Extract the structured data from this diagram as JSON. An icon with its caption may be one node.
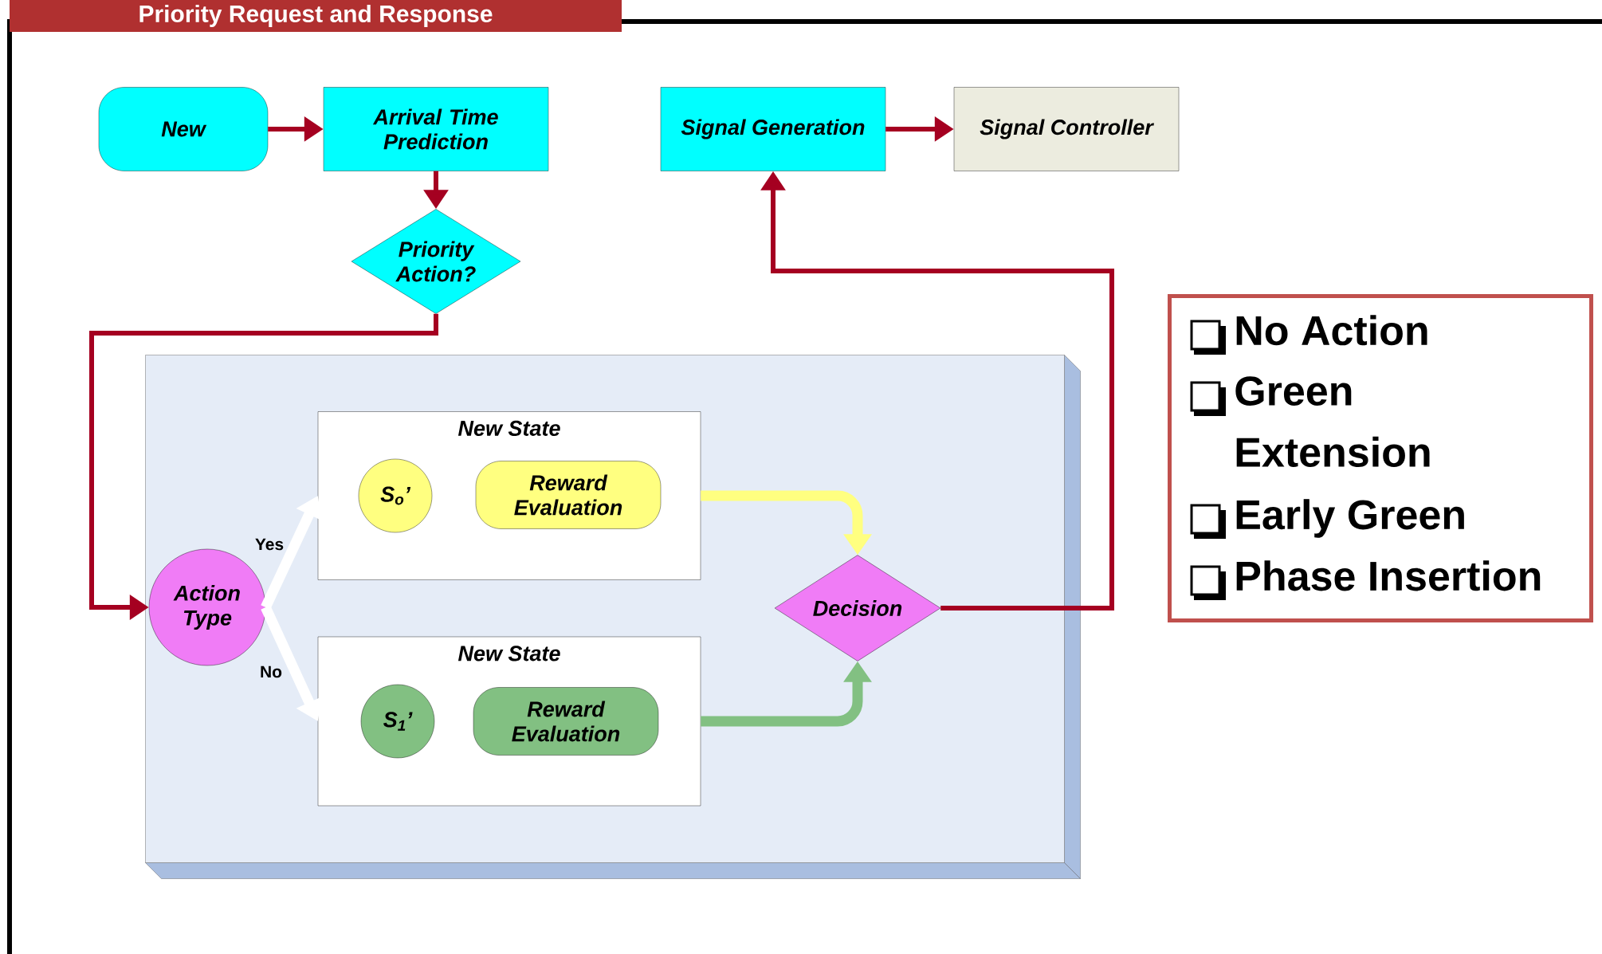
{
  "diagram": {
    "title": "Priority Request and Response",
    "nodes": [
      {
        "text": [
          "New"
        ]
      },
      {
        "text": [
          "Arrival Time Prediction"
        ]
      },
      {
        "text": [
          "Priority Action?"
        ]
      },
      {
        "text": [
          "Signal Generation"
        ]
      },
      {
        "text": [
          "Signal Controller"
        ]
      },
      {
        "text": [],
        "shape": "box"
      },
      {
        "text": [
          "Action Type"
        ],
        "in": 5
      },
      {
        "text": [
          "New State"
        ],
        "in": 5
      },
      {
        "text": [
          "S$_{o}$’"
        ],
        "in": 7
      },
      {
        "text": [
          "Reward Evaluation"
        ],
        "in": 7
      },
      {
        "text": [
          "New State"
        ],
        "in": 5
      },
      {
        "text": [
          "S$_{1}$’"
        ],
        "in": 10
      },
      {
        "text": [
          "Reward Evaluation"
        ],
        "in": 10
      },
      {
        "text": [
          "Decision"
        ],
        "in": 5
      },
      {
        "text": [
          "No Action",
          "Green Extension",
          "Early Green",
          "Phase Insertion"
        ]
      }
    ],
    "edges": [
      {
        "from": 0,
        "to": 1,
        "arrow": "to"
      },
      {
        "from": 1,
        "to": 2,
        "arrow": "to"
      },
      {
        "from": 2,
        "to": 6,
        "arrow": "to"
      },
      {
        "from": 6,
        "to": 7,
        "arrow": "to",
        "label": "Yes",
        "style": "thick",
        "color": "#ffffff"
      },
      {
        "from": 6,
        "to": 10,
        "arrow": "to",
        "label": "No",
        "style": "thick",
        "color": "#ffffff"
      },
      {
        "from": 7,
        "to": 13,
        "arrow": "to",
        "style": "thick",
        "color": "#ffff80"
      },
      {
        "from": 10,
        "to": 13,
        "arrow": "to",
        "style": "thick",
        "color": "#82c082"
      },
      {
        "from": 13,
        "to": 3,
        "arrow": "to"
      },
      {
        "from": 3,
        "to": 4,
        "arrow": "to"
      }
    ]
  }
}
